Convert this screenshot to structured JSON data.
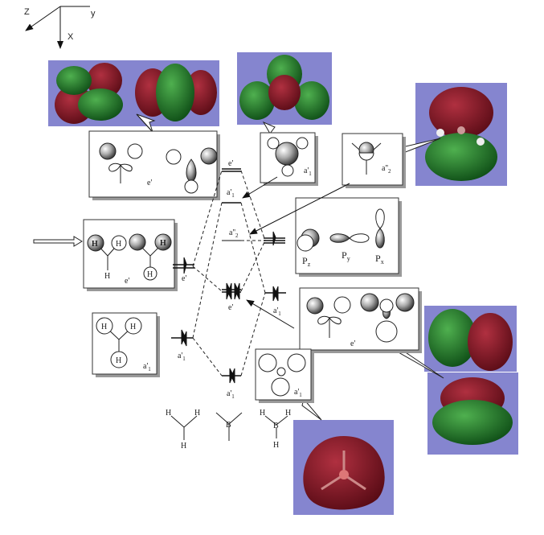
{
  "axes": {
    "z": "Z",
    "y": "y",
    "x": "X"
  },
  "colors": {
    "mo_background": "#8585cf",
    "positive_lobe": "#7a1420",
    "negative_lobe": "#1f7a2a"
  },
  "h3_fragment": {
    "e_prime_label": "e'",
    "a1_label": "a'",
    "a1_sub": "1",
    "atom_label": "H"
  },
  "bh3_mo": {
    "e_prime_top": "e'",
    "a1_upper": "a'",
    "a1_upper_sub": "1",
    "a2_label": "a''",
    "a2_sub": "2",
    "e_prime_bonding": "e'",
    "a1_bonding": "a'",
    "a1_bonding_sub": "1"
  },
  "boron_fragment": {
    "a1_label": "a'",
    "a1_sub": "1",
    "p_orbitals": [
      {
        "label": "P",
        "sub": "z"
      },
      {
        "label": "P",
        "sub": "y"
      },
      {
        "label": "P",
        "sub": "x"
      }
    ]
  },
  "boxes": {
    "e_prime_antibonding": "e'",
    "a1_antibonding": "a'",
    "a1_antibonding_sub": "1",
    "a2_box": "a''",
    "a2_box_sub": "2",
    "e_prime_bonding_box": "e'",
    "a1_bonding_box": "a'",
    "a1_bonding_box_sub": "1"
  },
  "structures": {
    "h": "H",
    "b": "B"
  }
}
